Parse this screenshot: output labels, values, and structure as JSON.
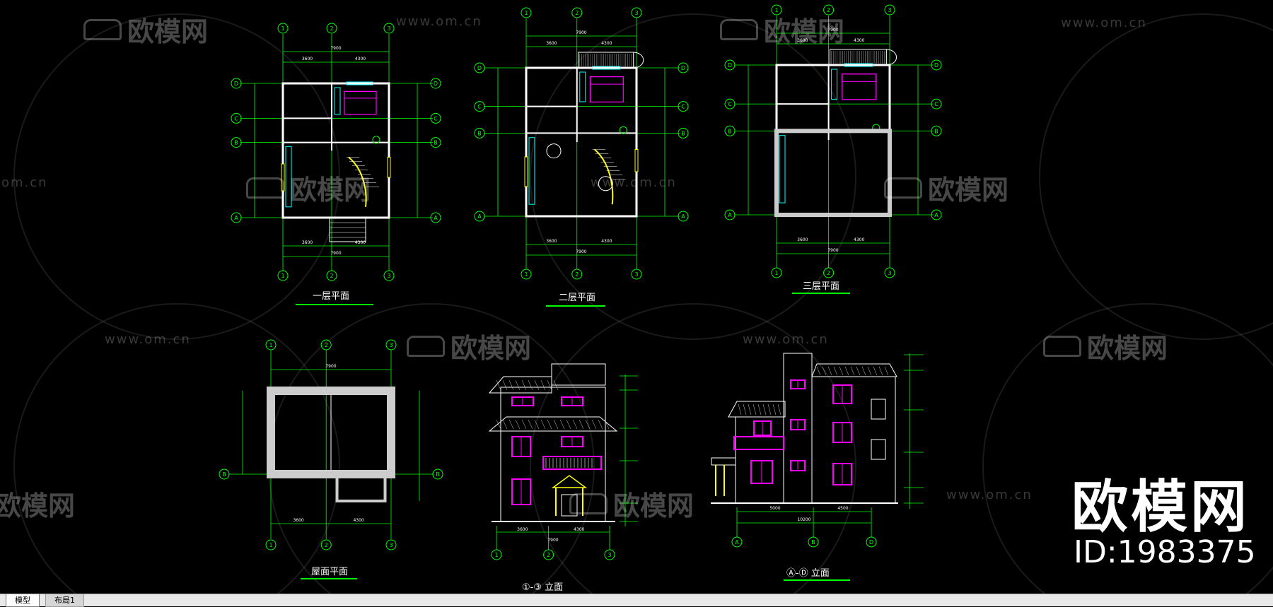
{
  "watermarks": {
    "url": "www.om.cn",
    "url_partial": "om.cn",
    "brand": "欧模网",
    "brand_partial": "欧模网"
  },
  "drawings": {
    "plan1_title": "一层平面",
    "plan2_title": "二层平面",
    "plan3_title": "三层平面",
    "roof_title": "屋面平面",
    "elev1_title": "①-③ 立面",
    "elev2_title": "Ⓐ-Ⓓ 立面"
  },
  "axis_labels": {
    "num": [
      "1",
      "2",
      "3"
    ],
    "alpha": [
      "A",
      "B",
      "C",
      "D"
    ]
  },
  "dimensions": {
    "total_width": "7900",
    "left_bay": "3600",
    "right_bay": "4300",
    "elev_left": "5000",
    "elev_right": "4500",
    "elev_total": "10200"
  },
  "brand_overlay": {
    "name": "欧模网",
    "id": "ID:1983375"
  },
  "tabs": {
    "model": "模型",
    "layout1": "布局1"
  },
  "colors": {
    "axis": "#00ff00",
    "wall": "#ffffff",
    "door": "#ffff00",
    "furniture": "#00ffff",
    "window": "#ff00ff",
    "accent": "#ff9900"
  }
}
